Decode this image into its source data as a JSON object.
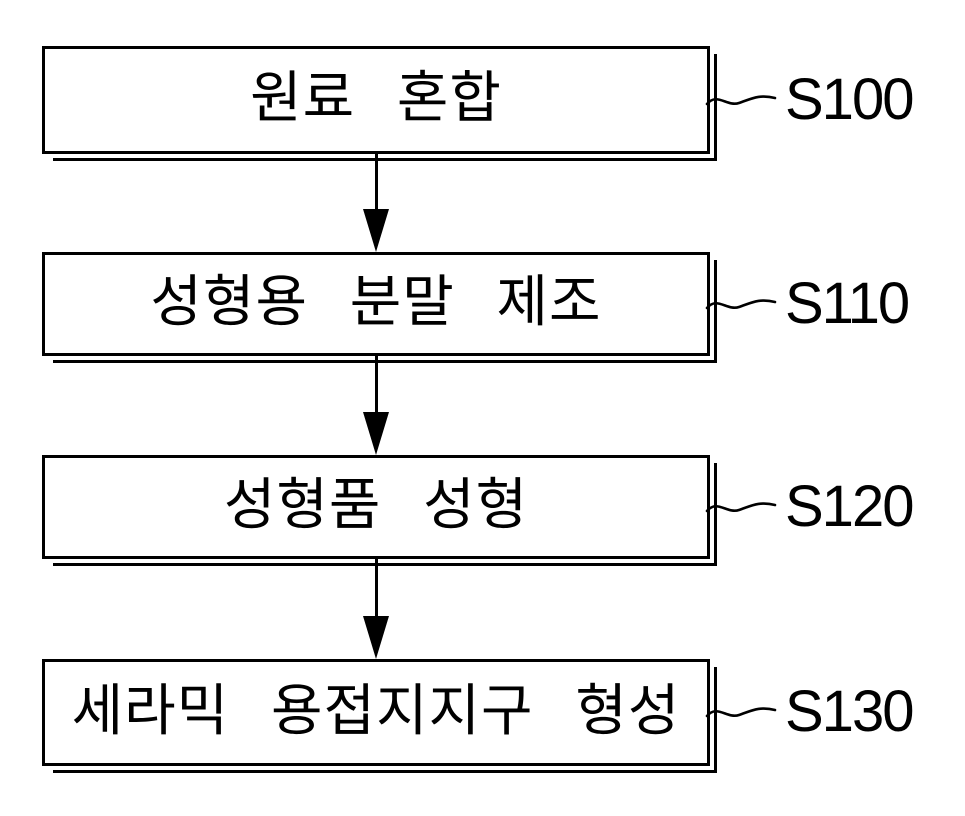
{
  "figure": {
    "type": "flowchart",
    "background_color": "#ffffff",
    "line_color": "#000000",
    "arrow_icon": "arrow-down",
    "connector_icon": "tilde-squiggle",
    "steps": [
      {
        "label": "원료 혼합",
        "code": "S100"
      },
      {
        "label": "성형용 분말 제조",
        "code": "S110"
      },
      {
        "label": "성형품 성형",
        "code": "S120"
      },
      {
        "label": "세라믹 용접지지구 형성",
        "code": "S130"
      }
    ]
  }
}
